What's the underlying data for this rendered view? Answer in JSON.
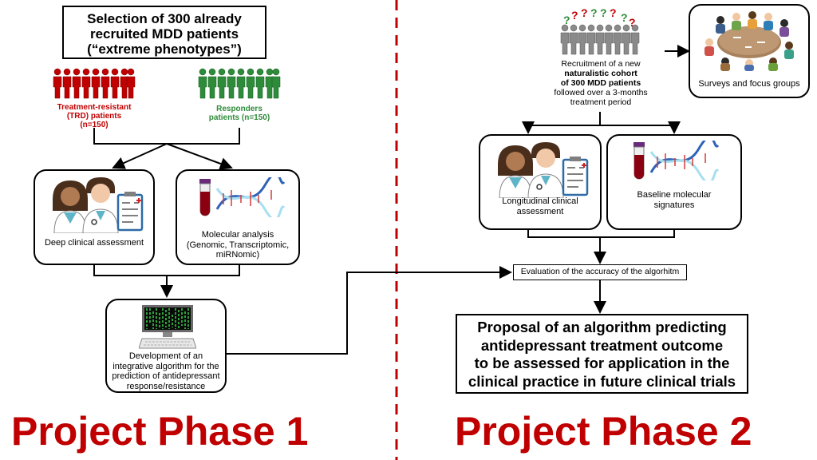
{
  "phase1": {
    "heading": "Project Phase 1",
    "selection": [
      "Selection of 300 already",
      "recruited MDD patients",
      "(“extreme phenotypes”)"
    ],
    "trd": [
      "Treatment-resistant",
      "(TRD) patients",
      "(n=150)"
    ],
    "responders": [
      "Responders",
      "patients (n=150)"
    ],
    "clinical": "Deep clinical assessment",
    "molecular": [
      "Molecular analysis",
      "(Genomic, Transcriptomic,",
      "miRNomic)"
    ],
    "algorithm": [
      "Development of an",
      "integrative algorithm for the",
      "prediction of antidepressant",
      "response/resistance"
    ]
  },
  "phase2": {
    "heading": "Project Phase 2",
    "recruitment": {
      "line1": "Recruitment of a new",
      "line2": "naturalistic cohort",
      "line3": "of 300 MDD patients",
      "line4": "followed over a 3-months",
      "line5": "treatment period"
    },
    "surveys": "Surveys and focus groups",
    "longitudinal": [
      "Longitudinal clinical",
      "assessment"
    ],
    "baseline": [
      "Baseline molecular",
      "signatures"
    ],
    "evaluation": "Evaluation of the accuracy of the algorhitm",
    "proposal": [
      "Proposal of an algorithm predicting",
      "antidepressant treatment outcome",
      "to be assessed for application in the",
      "clinical practice in future clinical trials"
    ]
  },
  "colors": {
    "phase": "#c00000",
    "trd": "#c00000",
    "responders": "#2e8b3a",
    "divider": "#c00000",
    "crowd": "#8a8a8a"
  },
  "icons": [
    "doctors-icon",
    "clipboard-icon",
    "blood-tube-icon",
    "dna-icon",
    "computer-icon",
    "meeting-icon",
    "question-mark-icon"
  ]
}
